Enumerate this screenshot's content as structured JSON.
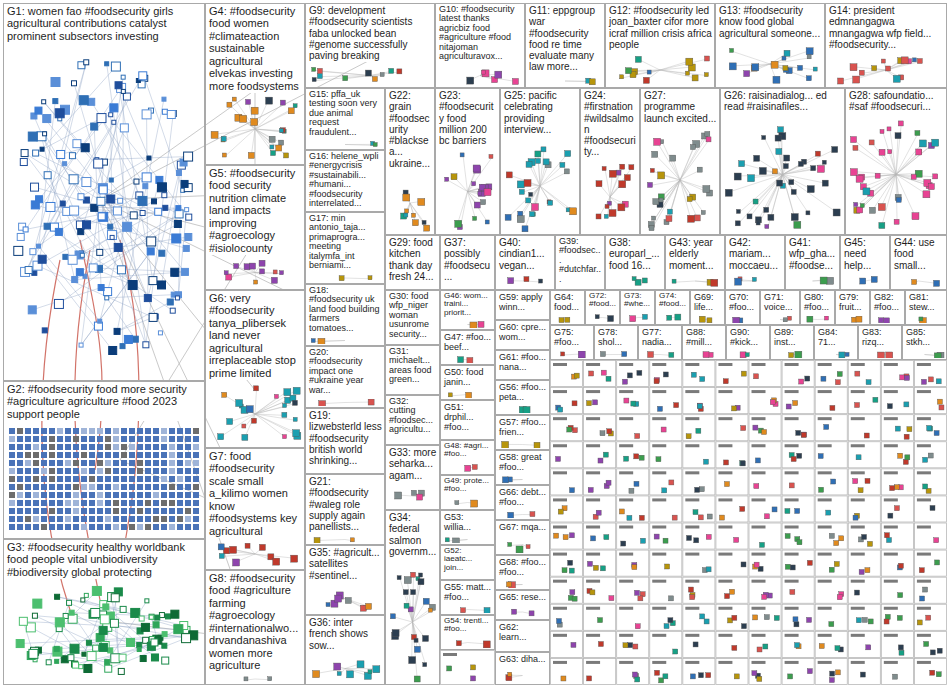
{
  "diagram": {
    "nodes": [
      {
        "text": [
          "G1: women fao #foodsecurity girls agricultural contributions catalyst prominent subsectors investing"
        ]
      },
      {
        "text": [
          "G2: #foodsecurity food more security #agriculture agriculture #food 2023 support people"
        ]
      },
      {
        "text": [
          "G3: #foodsecurity healthy worldbank food people vital unbiodiversity #biodiversity global protecting"
        ]
      },
      {
        "text": [
          "G4: #foodsecurity food women #climateaction sustainable agricultural elvekas investing more foodsystems"
        ]
      },
      {
        "text": [
          "G5: #foodsecurity food security nutrition climate land impacts improving #agroecology #isiolocounty"
        ]
      },
      {
        "text": [
          "G6: very #foodsecurity tanya_plibersek land never agricultural irreplaceable stop prime limited"
        ]
      },
      {
        "text": [
          "G7: food #foodsecurity scale small a_kilimo women know #foodsystems key agricultural"
        ]
      },
      {
        "text": [
          "G8: #foodsecurity food #agriculture farming #agroecology #internationalwo... drvandanashiva women more agriculture"
        ]
      },
      {
        "text": [
          "G9: development #foodsecurity scientists faba unlocked bean #genome successfully paving breaking"
        ]
      },
      {
        "text": [
          "G10: #foodsecurity latest thanks agricbiz food #agriculture #food nitajoman agriculturavox..."
        ]
      },
      {
        "text": [
          "G11: eppgroup war #foodsecurity food re time evaluate many law more..."
        ]
      },
      {
        "text": [
          "G12: #foodsecurity led joan_baxter cifor more icraf million crisis africa people"
        ]
      },
      {
        "text": [
          "G13: #foodsecurity know food global agricultural someone..."
        ]
      },
      {
        "text": [
          "G14: president edmnangagwa mnangagwa wfp field... #foodsecurity..."
        ]
      },
      {
        "text": [
          "G15: pffa_uk testing soon very due animal request fraudulent..."
        ]
      },
      {
        "text": [
          "G22: grain #foodsecurity #blacksea... ukraine..."
        ]
      },
      {
        "text": [
          "G23: #foodsecurity food million 200 bc barriers"
        ]
      },
      {
        "text": [
          "G25: pacific celebrating providing interview..."
        ]
      },
      {
        "text": [
          "G24: #firstnation #wildsalmon #foodsecurity..."
        ]
      },
      {
        "text": [
          "G27: programme launch excited..."
        ]
      },
      {
        "text": [
          "G26: raisinadialog... ed read #raisinafiles..."
        ]
      },
      {
        "text": [
          "G28: safoundatio... #saf #foodsecuri..."
        ]
      },
      {
        "text": [
          "G16: helene_wpli #energycrisis #sustainabili... #humani... #foodsecurity interrelated..."
        ]
      },
      {
        "text": [
          "G17: min antonio_taja... primaprogra... meeting italymfa_int berniami..."
        ]
      },
      {
        "text": [
          "G18: #foodsecurity uk land food building farmers tomatoes..."
        ]
      },
      {
        "text": [
          "G20: #foodsecurity impact one #ukraine year war..."
        ]
      },
      {
        "text": [
          "G19: lizwebsterld less #foodsecurity british world shrinking..."
        ]
      },
      {
        "text": [
          "G21: #foodsecurity #waleg role supply again panellists..."
        ]
      },
      {
        "text": [
          "G35: #agricult... satellites #sentinel..."
        ]
      },
      {
        "text": [
          "G36: inter french shows sow..."
        ]
      },
      {
        "text": [
          "G29: food kitchen thank day fresh 24..."
        ]
      },
      {
        "text": [
          "G37: possibly #foodsecu..."
        ]
      },
      {
        "text": [
          "G40: cindian1... vegan..."
        ]
      },
      {
        "text": [
          "G39: #foodsec... #dutchfar..."
        ]
      },
      {
        "text": [
          "G38: europarl_... food 16..."
        ]
      },
      {
        "text": [
          "G43: year elderly moment..."
        ]
      },
      {
        "text": [
          "G42: mariam... moccaeu..."
        ]
      },
      {
        "text": [
          "G41: wfp_gha... #foodse..."
        ]
      },
      {
        "text": [
          "G45: need help..."
        ]
      },
      {
        "text": [
          "G44: use food small..."
        ]
      },
      {
        "text": [
          "G30: food wfp_niger woman usunrome security..."
        ]
      },
      {
        "text": [
          "G31: michaelt... areas food green..."
        ]
      },
      {
        "text": [
          "G32: cutting #foodsec... agricultu..."
        ]
      },
      {
        "text": [
          "G33: more seharka... agam..."
        ]
      },
      {
        "text": [
          "G34: federal salmon governm..."
        ]
      },
      {
        "text": [
          "G46: wom... traini... priorit..."
        ]
      },
      {
        "text": [
          "G47: #foo... beef..."
        ]
      },
      {
        "text": [
          "G50: food janin..."
        ]
      },
      {
        "text": [
          "G51: drphil... #foo..."
        ]
      },
      {
        "text": [
          "G48: #agri... #foo..."
        ]
      },
      {
        "text": [
          "G49: prote... #foo..."
        ]
      },
      {
        "text": [
          "G53: willia..."
        ]
      },
      {
        "text": [
          "G52: iaeatc... join..."
        ]
      },
      {
        "text": [
          "G55: matt... #foo..."
        ]
      },
      {
        "text": [
          "G54: trentl... #foo..."
        ]
      },
      {
        "text": [
          "G59: apply winn..."
        ]
      },
      {
        "text": [
          "G60: cpre... wom..."
        ]
      },
      {
        "text": [
          "G61: #foo... nana..."
        ]
      },
      {
        "text": [
          "G56: #foo... peta..."
        ]
      },
      {
        "text": [
          "G57: #foo... frien..."
        ]
      },
      {
        "text": [
          "G58: great #foo..."
        ]
      },
      {
        "text": [
          "G66: debt... #foo..."
        ]
      },
      {
        "text": [
          "G67: mqa..."
        ]
      },
      {
        "text": [
          "G68: #foo... #foo..."
        ]
      },
      {
        "text": [
          "G65: rese..."
        ]
      },
      {
        "text": [
          "G62: learn..."
        ]
      },
      {
        "text": [
          "G63: diha..."
        ]
      },
      {
        "text": [
          "G64: food..."
        ]
      },
      {
        "text": [
          "G72: #food..."
        ]
      },
      {
        "text": [
          "G73: #whe..."
        ]
      },
      {
        "text": [
          "G74: #food..."
        ]
      },
      {
        "text": [
          "G69: life..."
        ]
      },
      {
        "text": [
          "G70: #foo..."
        ]
      },
      {
        "text": [
          "G71: voice..."
        ]
      },
      {
        "text": [
          "G80: #foo..."
        ]
      },
      {
        "text": [
          "G79: fruit..."
        ]
      },
      {
        "text": [
          "G82: #foo..."
        ]
      },
      {
        "text": [
          "G81: stew..."
        ]
      },
      {
        "text": [
          "G75: #foo..."
        ]
      },
      {
        "text": [
          "G78: shol..."
        ]
      },
      {
        "text": [
          "G77: nadia..."
        ]
      },
      {
        "text": [
          "G88: #mill..."
        ]
      },
      {
        "text": [
          "G90: #kick..."
        ]
      },
      {
        "text": [
          "G89: inst..."
        ]
      },
      {
        "text": [
          "G84: 71..."
        ]
      },
      {
        "text": [
          "G83: rizq..."
        ]
      },
      {
        "text": [
          "G85: stkh..."
        ]
      }
    ]
  }
}
